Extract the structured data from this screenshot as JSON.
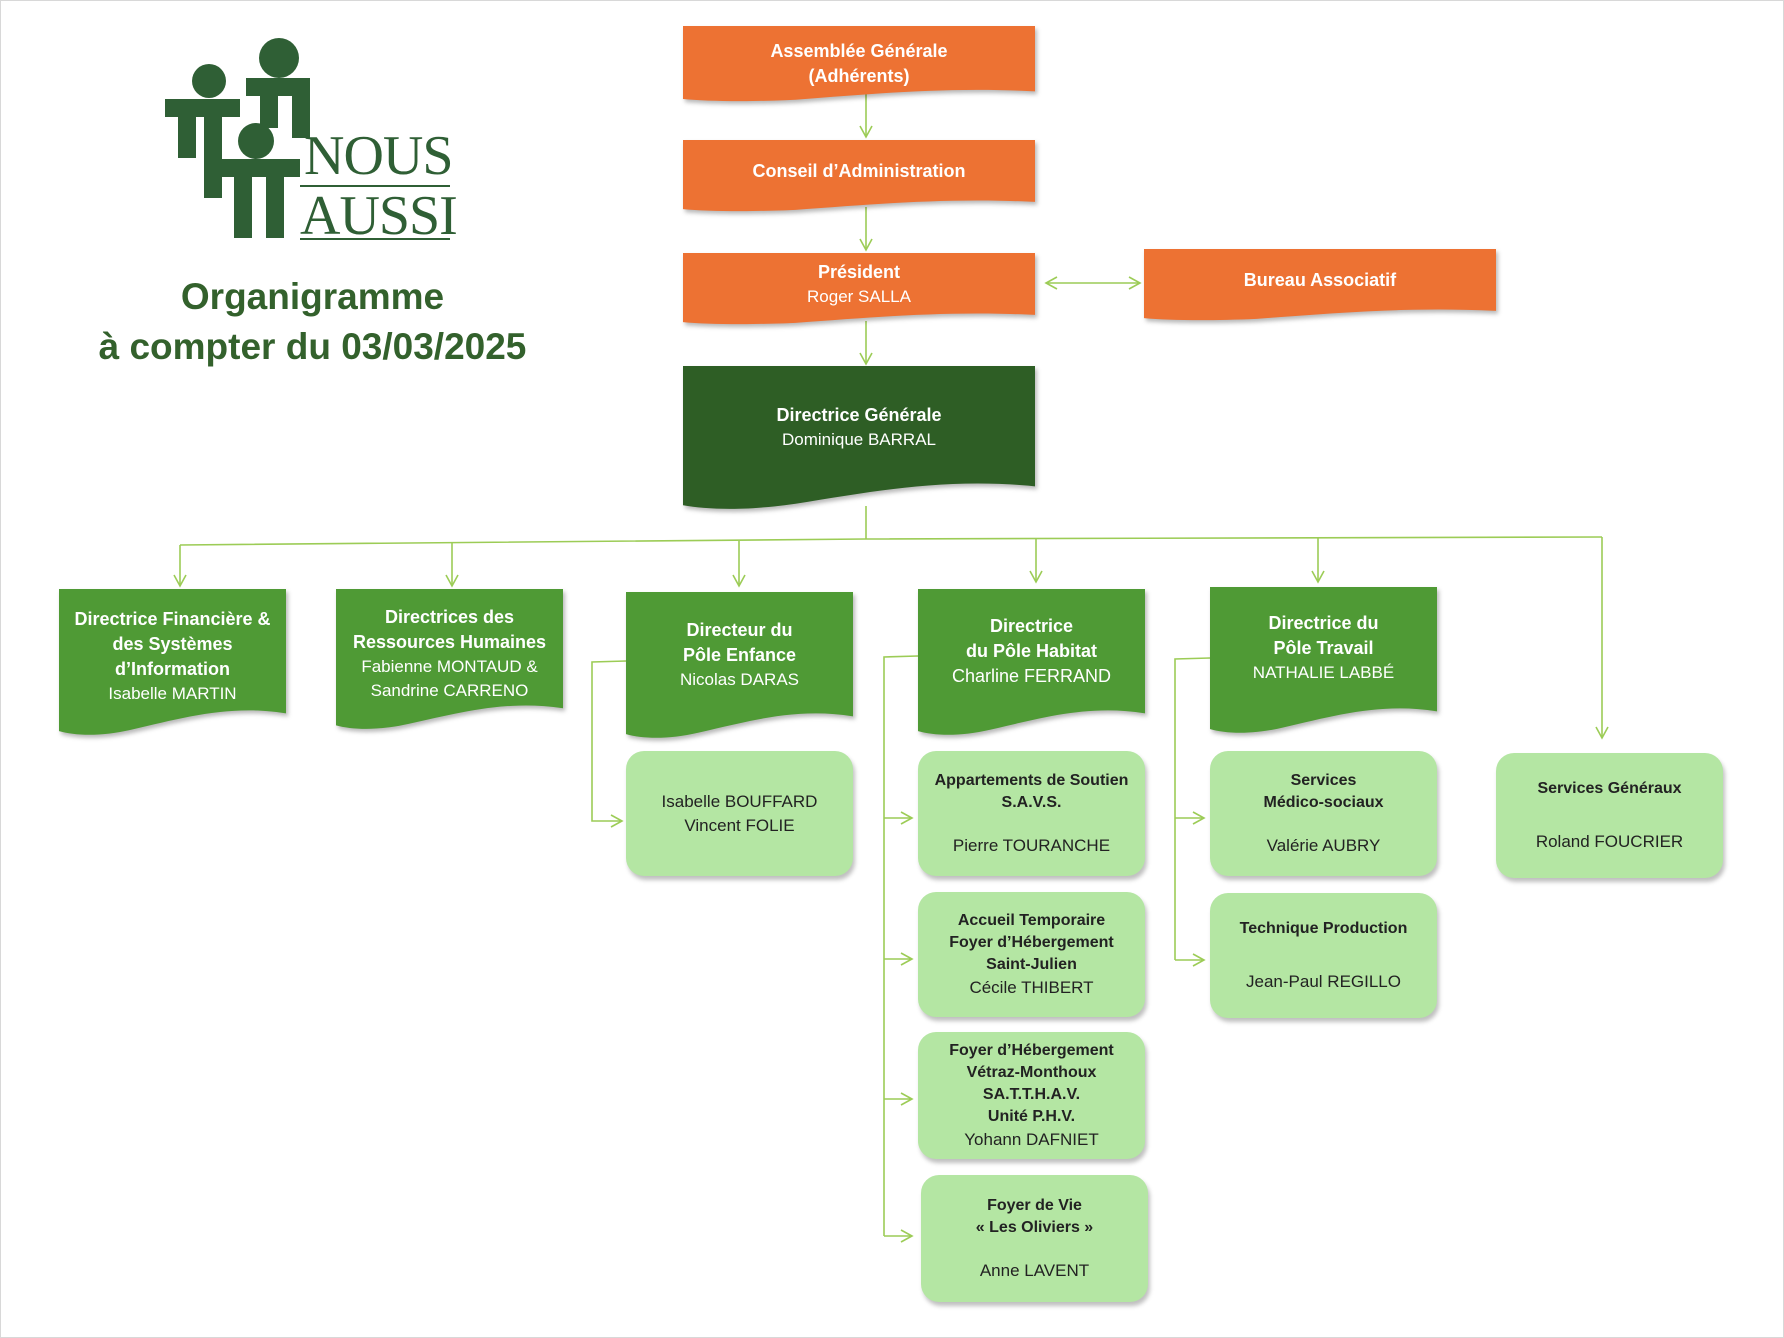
{
  "logo": {
    "line1": "NOUS",
    "line2": "AUSSI"
  },
  "title": {
    "line1": "Organigramme",
    "line2": "à compter du 03/03/2025"
  },
  "colors": {
    "orange": "#ed7233",
    "dark_green": "#2e5e25",
    "green": "#4f9a35",
    "light_green": "#b4e6a3",
    "connector": "#9ccc56"
  },
  "top": {
    "assemblee": {
      "title": "Assemblée Générale",
      "subtitle": "(Adhérents)"
    },
    "conseil": {
      "title": "Conseil d’Administration"
    },
    "president": {
      "title": "Président",
      "name": "Roger SALLA"
    },
    "bureau": {
      "title": "Bureau Associatif"
    },
    "directrice_generale": {
      "title": "Directrice Générale",
      "name": "Dominique BARRAL"
    }
  },
  "directors": {
    "finance": {
      "line1": "Directrice Financière &",
      "line2": "des Systèmes",
      "line3": "d’Information",
      "name": "Isabelle MARTIN"
    },
    "rh": {
      "line1": "Directrices des",
      "line2": "Ressources Humaines",
      "name1": "Fabienne MONTAUD &",
      "name2": "Sandrine CARRENO"
    },
    "enfance": {
      "line1": "Directeur du",
      "line2": "Pôle Enfance",
      "name": "Nicolas DARAS"
    },
    "habitat": {
      "line1": "Directrice",
      "line2": "du Pôle Habitat",
      "name": "Charline FERRAND"
    },
    "travail": {
      "line1": "Directrice du",
      "line2": "Pôle Travail",
      "name": "NATHALIE LABBÉ"
    }
  },
  "services": {
    "enfance_staff": {
      "name1": "Isabelle BOUFFARD",
      "name2": "Vincent FOLIE"
    },
    "savs": {
      "line1": "Appartements de Soutien",
      "line2": "S.A.V.S.",
      "name": "Pierre TOURANCHE"
    },
    "accueil": {
      "line1": "Accueil Temporaire",
      "line2": "Foyer d’Hébergement",
      "line3": "Saint-Julien",
      "name": "Cécile THIBERT"
    },
    "foyer_vetraz": {
      "line1": "Foyer d’Hébergement",
      "line2": "Vétraz-Monthoux",
      "line3": "SA.T.T.H.A.V.",
      "line4": "Unité P.H.V.",
      "name": "Yohann DAFNIET"
    },
    "foyer_vie": {
      "line1": "Foyer de Vie",
      "line2": "« Les Oliviers »",
      "name": "Anne LAVENT"
    },
    "medico": {
      "line1": "Services",
      "line2": "Médico-sociaux",
      "name": "Valérie AUBRY"
    },
    "technique": {
      "line1": "Technique Production",
      "name": "Jean-Paul REGILLO"
    },
    "generaux": {
      "line1": "Services Généraux",
      "name": "Roland FOUCRIER"
    }
  }
}
